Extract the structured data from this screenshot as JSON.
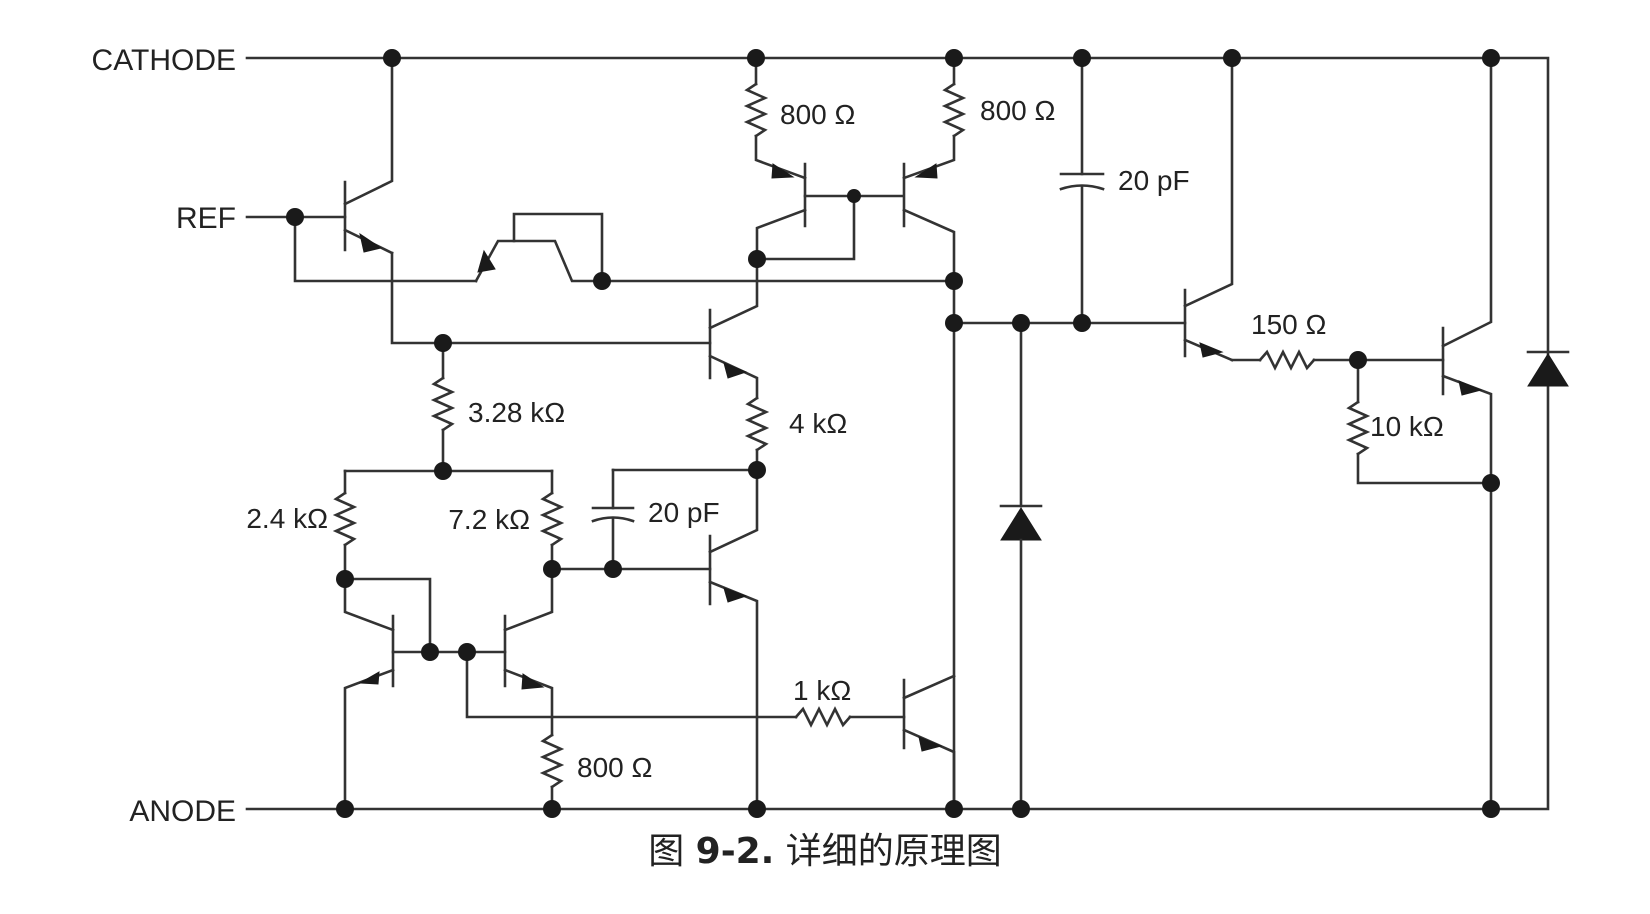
{
  "terminals": {
    "cathode": "CATHODE",
    "ref": "REF",
    "anode": "ANODE"
  },
  "components": {
    "r_800_left": "800 Ω",
    "r_800_right": "800 Ω",
    "c_20pf_top": "20 pF",
    "r_150": "150 Ω",
    "r_3_28k": "3.28 kΩ",
    "r_4k": "4 kΩ",
    "r_10k": "10 kΩ",
    "r_2_4k": "2.4 kΩ",
    "r_7_2k": "7.2 kΩ",
    "c_20pf_mid": "20 pF",
    "r_1k": "1 kΩ",
    "r_800_bottom": "800 Ω"
  },
  "caption": {
    "prefix": "图 ",
    "number": "9-2.",
    "title": " 详细的原理图"
  }
}
